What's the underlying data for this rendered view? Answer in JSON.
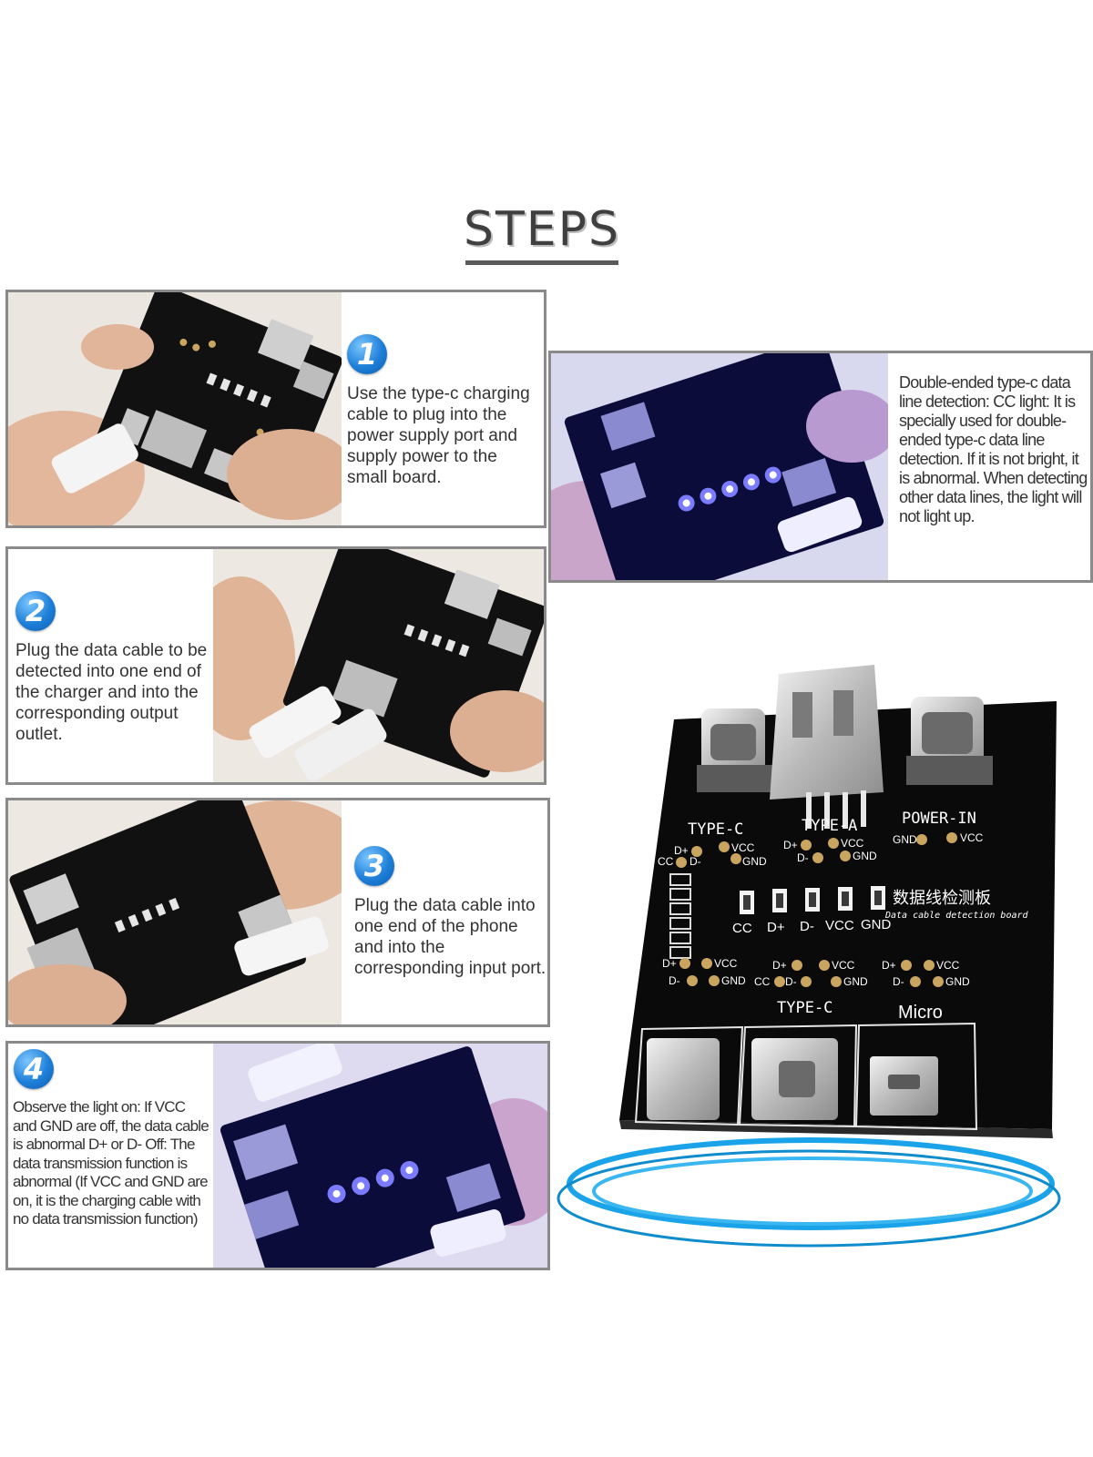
{
  "title": "STEPS",
  "steps": [
    {
      "number": "1",
      "text": "Use the type-c charging cable to plug into the power supply port and supply power to the small board."
    },
    {
      "number": "2",
      "text": "Plug the data cable to be detected into one end of the charger and into the corresponding output outlet."
    },
    {
      "number": "3",
      "text": "Plug the data cable into one end of the phone and into the corresponding input port."
    },
    {
      "number": "4",
      "text": "Observe the light on: If VCC and GND are off, the data cable is abnormal D+ or D- Off: The data transmission function is abnormal (If VCC and GND are on, it is the charging cable with no data transmission function)"
    }
  ],
  "cc_note": "Double-ended type-c data line detection: CC light: It is specially used for double-ended type-c data line detection. If it is not bright, it is abnormal. When detecting other data lines, the light will not light up.",
  "board": {
    "sections": [
      "TYPE-C",
      "TYPE-A",
      "POWER-IN"
    ],
    "bottom_sections": [
      "TYPE-C",
      "Micro"
    ],
    "led_labels": [
      "CC",
      "D+",
      "D-",
      "VCC",
      "GND"
    ],
    "pins": {
      "d_plus": "D+",
      "d_minus": "D-",
      "vcc": "VCC",
      "gnd": "GND",
      "cc": "CC"
    },
    "chinese_name": "数据线检测板",
    "english_name": "Data cable detection board"
  },
  "colors": {
    "accent_blue": "#1e7fd8",
    "pcb": "#111111",
    "led_glow": "#3b3bff",
    "ring": "#1aa3e8"
  }
}
